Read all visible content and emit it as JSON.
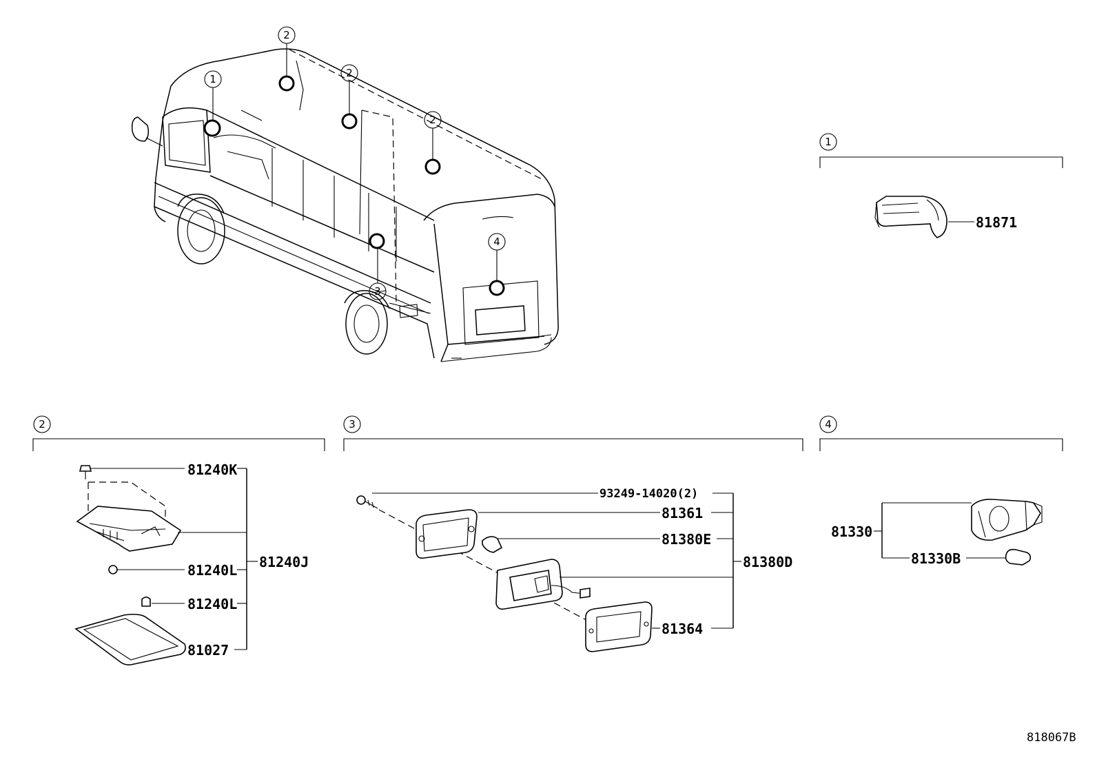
{
  "diagram_id": "818067B",
  "vehicle_callouts": [
    "2",
    "1",
    "2",
    "2",
    "3",
    "4"
  ],
  "sections": {
    "s1": {
      "callout": "1",
      "parts": [
        "81871"
      ]
    },
    "s2": {
      "callout": "2",
      "parts": [
        "81240K",
        "81240L",
        "81240L",
        "81027"
      ],
      "assembly": "81240J"
    },
    "s3": {
      "callout": "3",
      "parts": [
        "93249-14020(2)",
        "81361",
        "81380E",
        "81364"
      ],
      "assembly": "81380D"
    },
    "s4": {
      "callout": "4",
      "parts": [
        "81330B"
      ],
      "assembly": "81330"
    }
  }
}
